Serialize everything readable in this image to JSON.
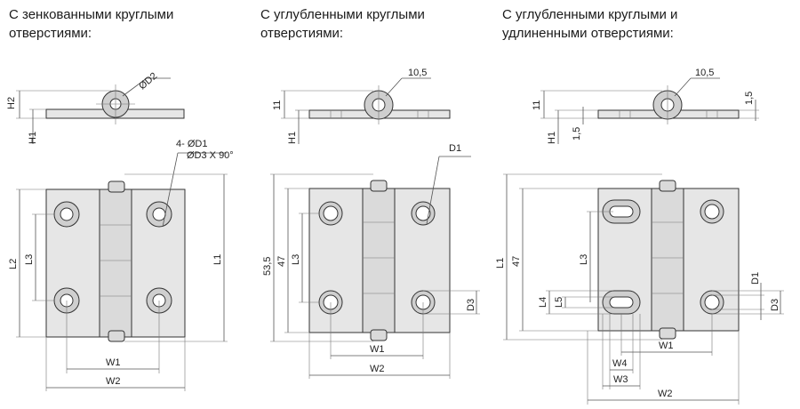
{
  "headings": {
    "countersunk": [
      "С зенкованными круглыми",
      "отверстиями:"
    ],
    "recessed": [
      "С углубленными круглыми",
      "отверстиями:"
    ],
    "recessed_slotted": [
      "С углубленными круглыми и",
      "удлиненными отверстиями:"
    ]
  },
  "labels": {
    "H2": "H2",
    "H1": "H1",
    "D2": "ØD2",
    "D1_note": "4- ØD1",
    "D3_note": "ØD3 X 90°",
    "L1": "L1",
    "L2": "L2",
    "L3": "L3",
    "L4": "L4",
    "L5": "L5",
    "W1": "W1",
    "W2": "W2",
    "W3": "W3",
    "W4": "W4",
    "D1": "D1",
    "D3": "D3",
    "v11": "11",
    "v10_5": "10,5",
    "v53_5": "53,5",
    "v47": "47",
    "v1_5": "1,5"
  }
}
